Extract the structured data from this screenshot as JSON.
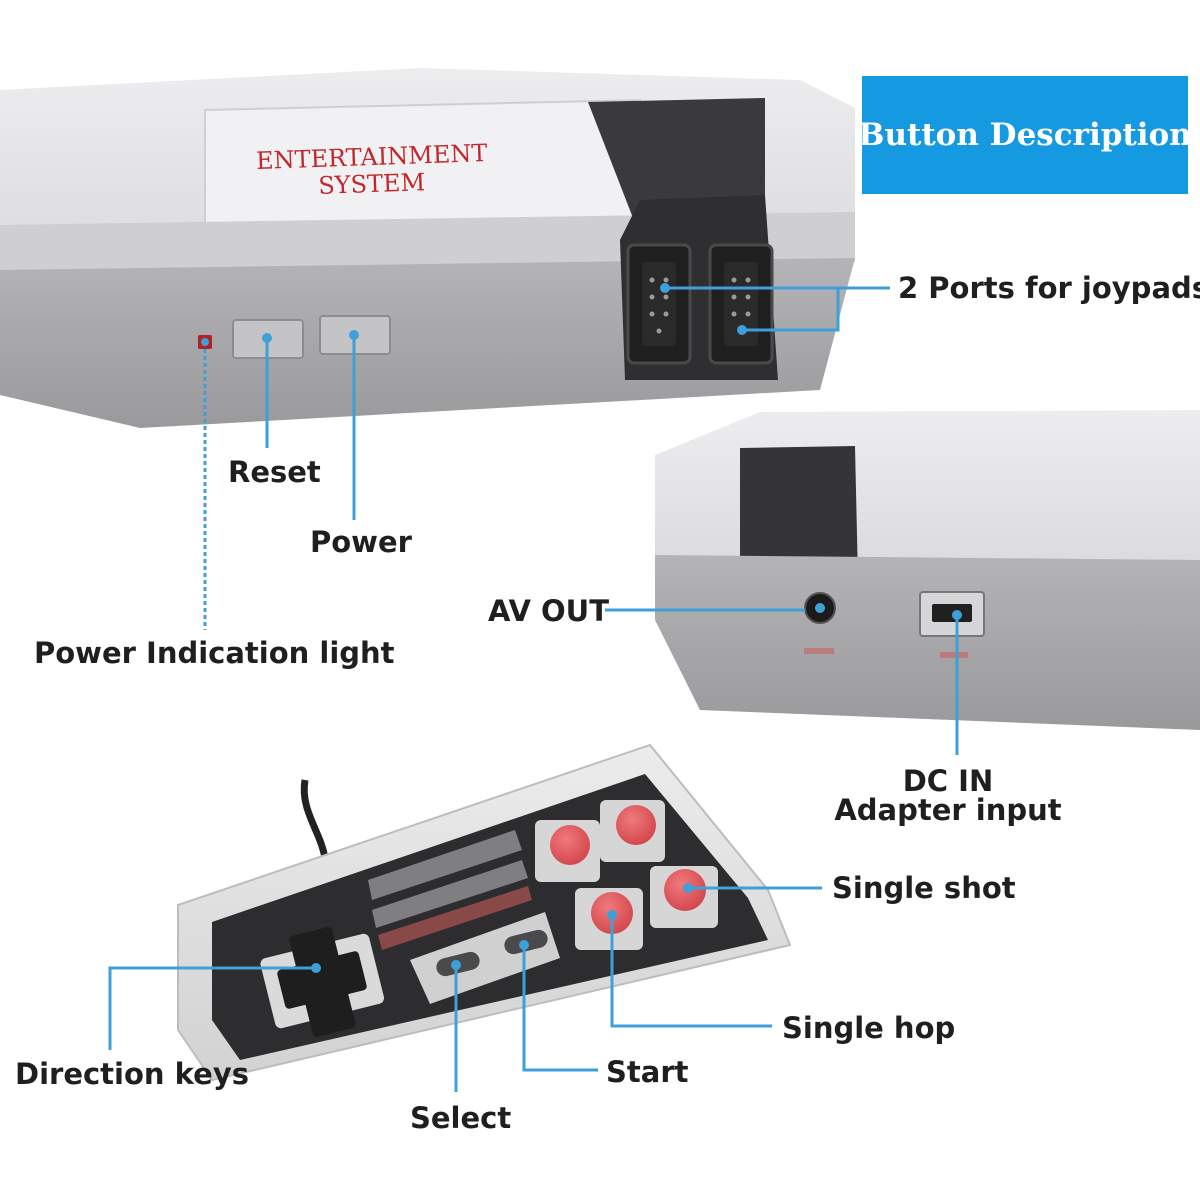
{
  "title": "Button Description",
  "console": {
    "top_text_line1": "ENTERTAINMENT",
    "top_text_line2": "SYSTEM"
  },
  "callouts": {
    "joypad_ports": "2 Ports for joypads",
    "reset": "Reset",
    "power": "Power",
    "power_light": "Power Indication light",
    "av_out": "AV OUT",
    "dc_in_line1": "DC IN",
    "dc_in_line2": "Adapter input",
    "single_shot": "Single shot",
    "single_hop": "Single hop",
    "direction_keys": "Direction keys",
    "start": "Start",
    "select": "Select"
  },
  "colors": {
    "accent": "#1599e0",
    "leader": "#3da0d8",
    "console_light": "#e6e6e8",
    "console_dark": "#a3a3a6",
    "port_black": "#2c2c2c",
    "controller_red": "#e0555a",
    "console_text_red": "#c0282d"
  }
}
